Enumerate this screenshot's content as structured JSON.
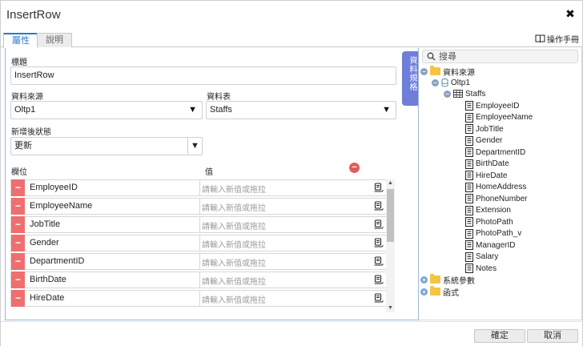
{
  "window": {
    "title": "InsertRow",
    "close_glyph": "✖"
  },
  "tabs": [
    {
      "label": "屬性",
      "active": true
    },
    {
      "label": "說明",
      "active": false
    }
  ],
  "manual": {
    "label": "操作手冊",
    "icon": "book-icon"
  },
  "form": {
    "caption_label": "標題",
    "caption_value": "InsertRow",
    "datasource_label": "資料來源",
    "datasource_value": "Oltp1",
    "table_label": "資料表",
    "table_value": "Staffs",
    "after_state_label": "新增後狀態",
    "after_state_value": "更新",
    "dropdown_glyph": "▼"
  },
  "grid": {
    "field_header": "欄位",
    "value_header": "值",
    "remove_glyph": "−",
    "value_placeholder": "請輸入新值或拖拉",
    "rows": [
      {
        "field": "EmployeeID"
      },
      {
        "field": "EmployeeName"
      },
      {
        "field": "JobTitle"
      },
      {
        "field": "Gender"
      },
      {
        "field": "DepartmentID"
      },
      {
        "field": "BirthDate"
      },
      {
        "field": "HireDate"
      }
    ]
  },
  "sidetab": {
    "label": "資料規格"
  },
  "tree": {
    "search_placeholder": "搜尋",
    "root": {
      "label": "資料來源",
      "toggle": "−"
    },
    "connection": {
      "label": "Oltp1",
      "toggle": "−"
    },
    "table": {
      "label": "Staffs",
      "toggle": "−"
    },
    "columns": [
      "EmployeeID",
      "EmployeeName",
      "JobTitle",
      "Gender",
      "DepartmentID",
      "BirthDate",
      "HireDate",
      "HomeAddress",
      "PhoneNumber",
      "Extension",
      "PhotoPath",
      "PhotoPath_v",
      "ManagerID",
      "Salary",
      "Notes"
    ],
    "others": [
      {
        "label": "系統參數",
        "toggle": "+"
      },
      {
        "label": "函式",
        "toggle": "+"
      }
    ]
  },
  "footer": {
    "ok_label": "確定",
    "cancel_label": "取消"
  },
  "colors": {
    "accent": "#2c78d0",
    "remove": "#ed6f6f",
    "sidetab": "#6f7ed8",
    "folder": "#f4c545"
  }
}
